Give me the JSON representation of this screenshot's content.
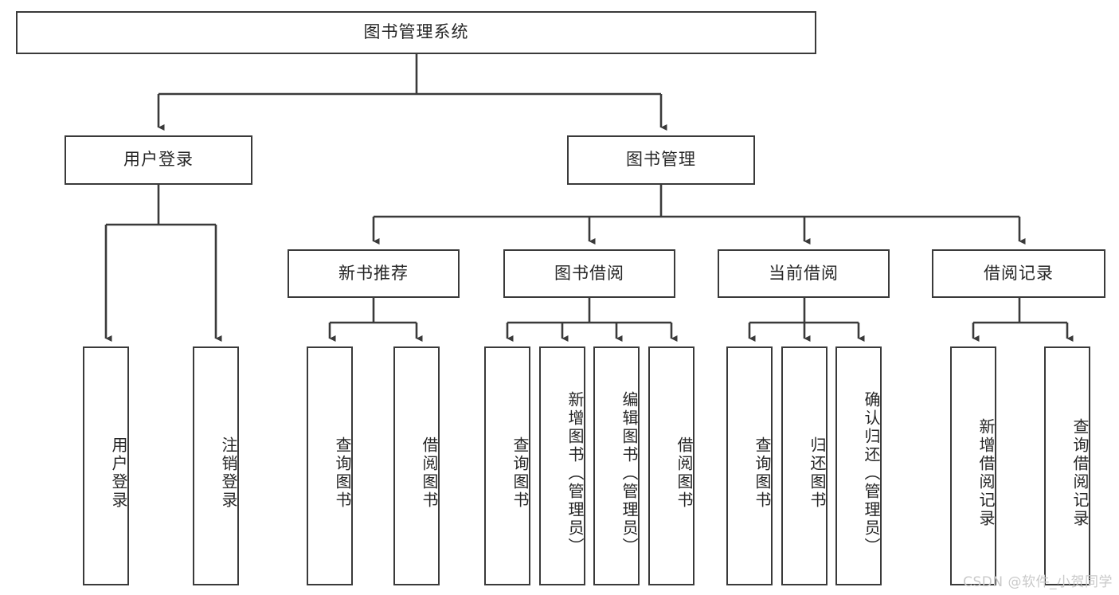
{
  "diagram": {
    "title": "图书管理系统",
    "type": "tree",
    "watermark": "CSDN @软件_小贺同学",
    "colors": {
      "box_border": "#3a3a3a",
      "box_fill": "#ffffff",
      "text": "#262626",
      "connector": "#3a3a3a",
      "watermark": "#c9c9c9",
      "background": "#ffffff"
    },
    "root": {
      "label": "图书管理系统"
    },
    "level2": [
      {
        "label": "用户登录"
      },
      {
        "label": "图书管理"
      }
    ],
    "level3": [
      {
        "label": "新书推荐"
      },
      {
        "label": "图书借阅"
      },
      {
        "label": "当前借阅"
      },
      {
        "label": "借阅记录"
      }
    ],
    "leaves": {
      "user_login": [
        {
          "label": "用户登录"
        },
        {
          "label": "注销登录"
        }
      ],
      "new_book_recommend": [
        {
          "label": "查询图书"
        },
        {
          "label": "借阅图书"
        }
      ],
      "book_borrow": [
        {
          "label": "查询图书"
        },
        {
          "label": "新增图书（管理员）"
        },
        {
          "label": "编辑图书（管理员）"
        },
        {
          "label": "借阅图书"
        }
      ],
      "current_borrow": [
        {
          "label": "查询图书"
        },
        {
          "label": "归还图书"
        },
        {
          "label": "确认归还（管理员）"
        }
      ],
      "borrow_record": [
        {
          "label": "新增借阅记录"
        },
        {
          "label": "查询借阅记录"
        }
      ]
    }
  }
}
